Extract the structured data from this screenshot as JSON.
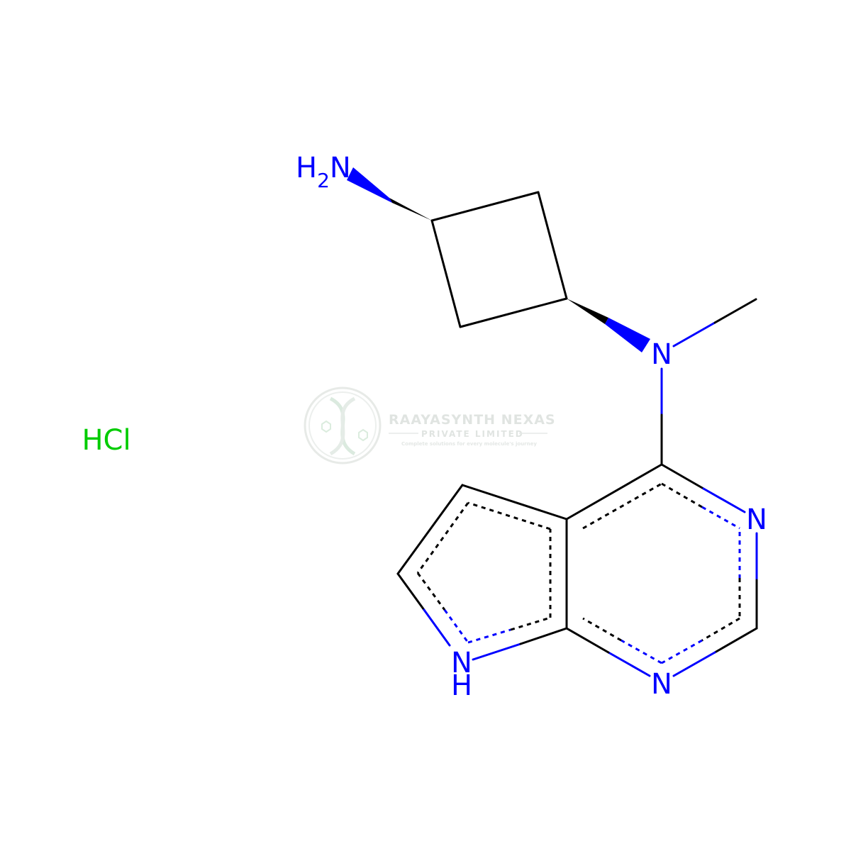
{
  "molecule": {
    "atoms": {
      "amine": {
        "main": "H",
        "sub": "2",
        "tail": "N"
      },
      "tertiary_n": "N",
      "pyrimidine_n_top": "N",
      "pyrimidine_n_bottom": "N",
      "pyrrole_n": "N",
      "pyrrole_h": "H"
    },
    "salt": "HCl"
  },
  "watermark": {
    "name": "RAAYASYNTH NEXAS",
    "subtitle": "PRIVATE LIMITED",
    "tagline": "Complete solutions for every molecule's journey"
  },
  "colors": {
    "bond": "#000000",
    "nitrogen": "#0000FF",
    "chlorine": "#00CC00",
    "watermark": "#d6ddd8"
  }
}
